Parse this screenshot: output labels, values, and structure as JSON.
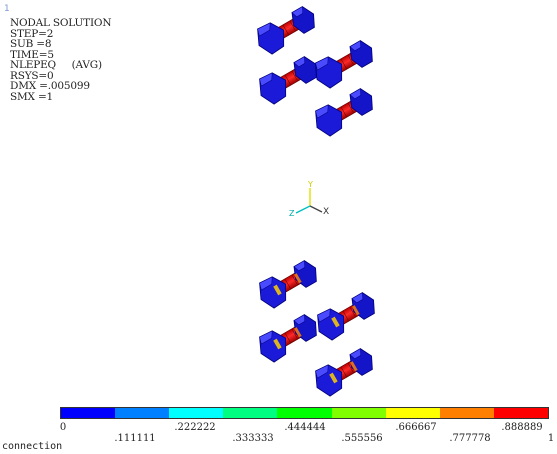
{
  "window": {
    "number": "1"
  },
  "legend": {
    "lines": [
      "NODAL SOLUTION",
      "",
      "STEP=2",
      "SUB =8",
      "TIME=5",
      "NLEPEQ     (AVG)",
      "RSYS=0",
      "DMX =.005099",
      "SMX =1"
    ]
  },
  "triad": {
    "x_label": "X",
    "y_label": "Y",
    "z_label": "Z"
  },
  "colorbar": {
    "colors": [
      "#0000ff",
      "#0080ff",
      "#00ffff",
      "#00ff80",
      "#00ff00",
      "#80ff00",
      "#ffff00",
      "#ff8000",
      "#ff0000"
    ],
    "labels": [
      "0",
      ".111111",
      ".222222",
      ".333333",
      ".444444",
      ".555556",
      ".666667",
      ".777778",
      ".888889",
      "1"
    ]
  },
  "caption": "connection"
}
